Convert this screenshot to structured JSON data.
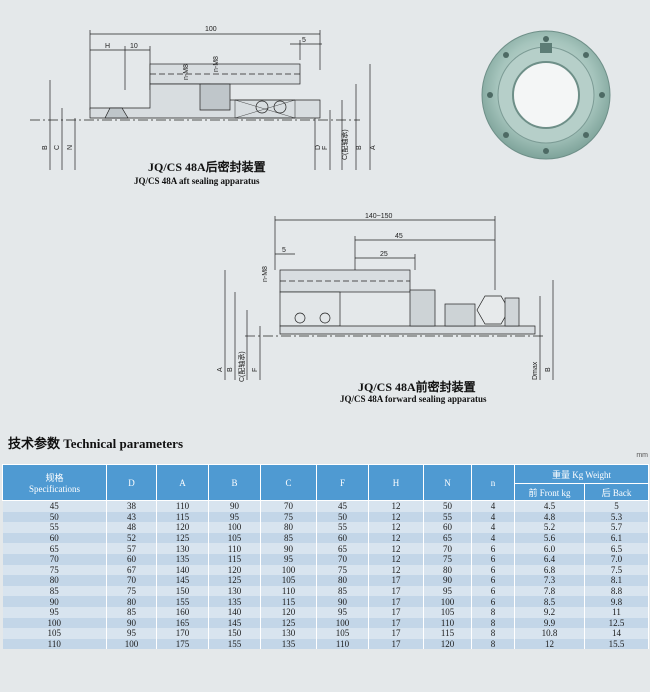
{
  "aft": {
    "caption_cn": "JQ/CS 48A后密封装置",
    "caption_en": "JQ/CS 48A aft sealing apparatus",
    "dims": {
      "d100": "100",
      "h": "H",
      "d10": "10",
      "d5": "5",
      "nm8": "n-M8",
      "m8": "n-M8",
      "b": "B",
      "c": "C",
      "n": "N",
      "d": "D",
      "f": "F",
      "c_shaft": "C(配轴承)",
      "b2": "B",
      "a": "A"
    }
  },
  "forward": {
    "caption_cn": "JQ/CS 48A前密封装置",
    "caption_en": "JQ/CS 48A forward sealing apparatus",
    "dims": {
      "d140": "140~150",
      "d45": "45",
      "d25": "25",
      "d5": "5",
      "nm8": "n-M8",
      "a": "A",
      "b": "B",
      "c_shaft": "C(配轴承)",
      "f": "F",
      "dmax": "Dmax",
      "b2": "B"
    }
  },
  "table_section": {
    "title": "技术参数  Technical parameters",
    "unit": "mm"
  },
  "table": {
    "headers": {
      "spec": "规格",
      "spec_en": "Specifications",
      "d": "D",
      "a": "A",
      "b": "B",
      "c": "C",
      "f": "F",
      "h": "H",
      "n": "N",
      "n_lower": "n",
      "weight": "重量 Kg  Weight",
      "front": "前 Front  kg",
      "back": "后 Back"
    },
    "rows": [
      [
        "45",
        "38",
        "110",
        "90",
        "70",
        "45",
        "12",
        "50",
        "4",
        "4.5",
        "5"
      ],
      [
        "50",
        "43",
        "115",
        "95",
        "75",
        "50",
        "12",
        "55",
        "4",
        "4.8",
        "5.3"
      ],
      [
        "55",
        "48",
        "120",
        "100",
        "80",
        "55",
        "12",
        "60",
        "4",
        "5.2",
        "5.7"
      ],
      [
        "60",
        "52",
        "125",
        "105",
        "85",
        "60",
        "12",
        "65",
        "4",
        "5.6",
        "6.1"
      ],
      [
        "65",
        "57",
        "130",
        "110",
        "90",
        "65",
        "12",
        "70",
        "6",
        "6.0",
        "6.5"
      ],
      [
        "70",
        "60",
        "135",
        "115",
        "95",
        "70",
        "12",
        "75",
        "6",
        "6.4",
        "7.0"
      ],
      [
        "75",
        "67",
        "140",
        "120",
        "100",
        "75",
        "12",
        "80",
        "6",
        "6.8",
        "7.5"
      ],
      [
        "80",
        "70",
        "145",
        "125",
        "105",
        "80",
        "17",
        "90",
        "6",
        "7.3",
        "8.1"
      ],
      [
        "85",
        "75",
        "150",
        "130",
        "110",
        "85",
        "17",
        "95",
        "6",
        "7.8",
        "8.8"
      ],
      [
        "90",
        "80",
        "155",
        "135",
        "115",
        "90",
        "17",
        "100",
        "6",
        "8.5",
        "9.8"
      ],
      [
        "95",
        "85",
        "160",
        "140",
        "120",
        "95",
        "17",
        "105",
        "8",
        "9.2",
        "11"
      ],
      [
        "100",
        "90",
        "165",
        "145",
        "125",
        "100",
        "17",
        "110",
        "8",
        "9.9",
        "12.5"
      ],
      [
        "105",
        "95",
        "170",
        "150",
        "130",
        "105",
        "17",
        "115",
        "8",
        "10.8",
        "14"
      ],
      [
        "110",
        "100",
        "175",
        "155",
        "135",
        "110",
        "17",
        "120",
        "8",
        "12",
        "15.5"
      ]
    ]
  }
}
